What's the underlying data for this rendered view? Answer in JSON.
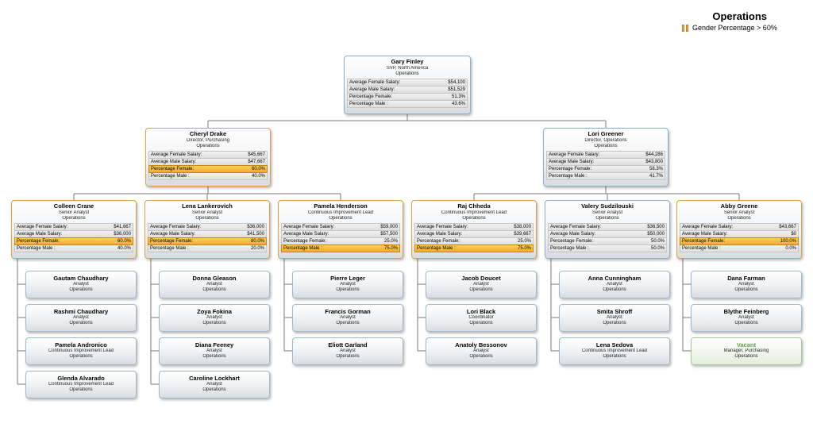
{
  "header": {
    "title": "Operations",
    "legend_label": "Gender Percentage > 60%"
  },
  "row_labels": {
    "avg_female": "Average Female Salary:",
    "avg_male": "Average Male Salary:",
    "pct_female": "Percentage Female:",
    "pct_male": "Percentage Male :"
  },
  "nodes": {
    "gary": {
      "name": "Gary Finley",
      "title": "SVP, North America",
      "dept": "Operations",
      "avg_female": "$54,100",
      "avg_male": "$51,529",
      "pct_female": "51.3%",
      "pct_male": "43.6%"
    },
    "cheryl": {
      "name": "Cheryl Drake",
      "title": "Director, Purchasing",
      "dept": "Operations",
      "avg_female": "$45,667",
      "avg_male": "$47,667",
      "pct_female": "60.0%",
      "pct_male": "40.0%"
    },
    "lori": {
      "name": "Lori Greener",
      "title": "Director, Operations",
      "dept": "Operations",
      "avg_female": "$44,286",
      "avg_male": "$43,800",
      "pct_female": "58.3%",
      "pct_male": "41.7%"
    },
    "colleen": {
      "name": "Colleen Crane",
      "title": "Senior Analyst",
      "dept": "Operations",
      "avg_female": "$41,667",
      "avg_male": "$36,000",
      "pct_female": "60.0%",
      "pct_male": "40.0%"
    },
    "lena": {
      "name": "Lena Lankerovich",
      "title": "Senior Analyst",
      "dept": "Operations",
      "avg_female": "$36,000",
      "avg_male": "$41,500",
      "pct_female": "80.0%",
      "pct_male": "20.0%"
    },
    "pamela": {
      "name": "Pamela Henderson",
      "title": "Continuous Improvement Lead",
      "dept": "Operations",
      "avg_female": "$59,000",
      "avg_male": "$57,500",
      "pct_female": "25.0%",
      "pct_male": "75.0%"
    },
    "raj": {
      "name": "Raj Chheda",
      "title": "Continuous Improvement Lead",
      "dept": "Operations",
      "avg_female": "$38,000",
      "avg_male": "$39,667",
      "pct_female": "25.0%",
      "pct_male": "75.0%"
    },
    "valery": {
      "name": "Valery Sudzilouski",
      "title": "Senior Analyst",
      "dept": "Operations",
      "avg_female": "$36,500",
      "avg_male": "$50,000",
      "pct_female": "50.0%",
      "pct_male": "50.0%"
    },
    "abby": {
      "name": "Abby Greene",
      "title": "Senior Analyst",
      "dept": "Operations",
      "avg_female": "$43,667",
      "avg_male": "$0",
      "pct_female": "100.0%",
      "pct_male": "0.0%"
    }
  },
  "leaves": {
    "gautam": {
      "name": "Gautam Chaudhary",
      "title": "Analyst",
      "dept": "Operations"
    },
    "rashmi": {
      "name": "Rashmi Chaudhary",
      "title": "Analyst",
      "dept": "Operations"
    },
    "andronico": {
      "name": "Pamela Andronico",
      "title": "Continuous Improvement Lead",
      "dept": "Operations"
    },
    "glenda": {
      "name": "Glenda Alvarado",
      "title": "Continuous Improvement Lead",
      "dept": "Operations"
    },
    "donna": {
      "name": "Donna Gleason",
      "title": "Analyst",
      "dept": "Operations"
    },
    "zoya": {
      "name": "Zoya Fokina",
      "title": "Analyst",
      "dept": "Operations"
    },
    "diana": {
      "name": "Diana Feeney",
      "title": "Analyst",
      "dept": "Operations"
    },
    "caroline": {
      "name": "Caroline Lockhart",
      "title": "Analyst",
      "dept": "Operations"
    },
    "pierre": {
      "name": "Pierre Leger",
      "title": "Analyst",
      "dept": "Operations"
    },
    "francis": {
      "name": "Francis Gorman",
      "title": "Analyst",
      "dept": "Operations"
    },
    "eliott": {
      "name": "Eliott Garland",
      "title": "Analyst",
      "dept": "Operations"
    },
    "jacob": {
      "name": "Jacob Doucet",
      "title": "Analyst",
      "dept": "Operations"
    },
    "loriblack": {
      "name": "Lori Black",
      "title": "Coordinator",
      "dept": "Operations"
    },
    "anatoly": {
      "name": "Anatoly Bessonov",
      "title": "Analyst",
      "dept": "Operations"
    },
    "anna": {
      "name": "Anna Cunningham",
      "title": "Analyst",
      "dept": "Operations"
    },
    "smita": {
      "name": "Smita Shroff",
      "title": "Analyst",
      "dept": "Operations"
    },
    "sedova": {
      "name": "Lena Sedova",
      "title": "Continuous Improvement Lead",
      "dept": "Operations"
    },
    "dana": {
      "name": "Dana Farman",
      "title": "Analyst",
      "dept": "Operations"
    },
    "blythe": {
      "name": "Blythe Feinberg",
      "title": "Analyst",
      "dept": "Operations"
    },
    "vacant": {
      "name": "Vacant",
      "title": "Manager, Purchasing",
      "dept": "Operations"
    }
  }
}
